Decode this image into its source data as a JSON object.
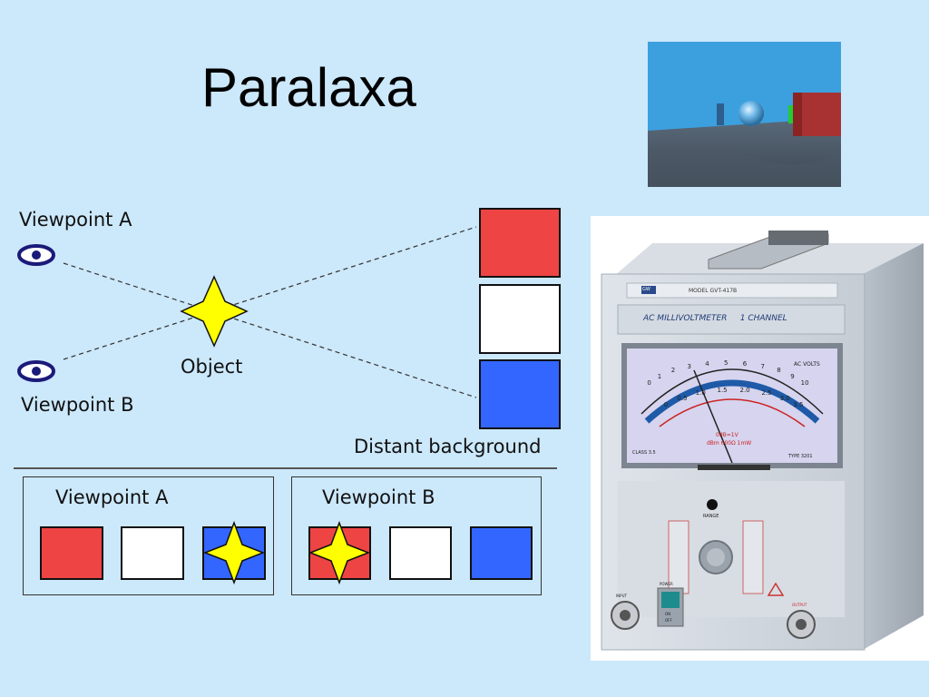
{
  "title": "Paralaxa",
  "diagram": {
    "viewpoint_a": "Viewpoint A",
    "viewpoint_b": "Viewpoint B",
    "object": "Object",
    "background": "Distant background"
  },
  "views": {
    "a_title": "Viewpoint A",
    "b_title": "Viewpoint B"
  },
  "meter": {
    "brand": "GW",
    "model": "MODEL  GVT-417B",
    "panel_title": "AC MILLIVOLTMETER     1 CHANNEL",
    "scale_title": "AC VOLTS",
    "class": "CLASS 3.5",
    "type": "TYPE 3201",
    "db_note": "0dB=1V",
    "dbm_note": "dBm  600Ω 1mW",
    "range": "RANGE",
    "power": "POWER",
    "input": "INPUT",
    "output": "OUTPUT",
    "on": "ON",
    "off": "OFF",
    "scale_top": [
      "0",
      "1",
      "2",
      "3",
      "4",
      "5",
      "6",
      "7",
      "8",
      "9",
      "10"
    ],
    "scale_mid": [
      "0",
      "0.5",
      "1.0",
      "1.5",
      "2.0",
      "2.5",
      "3.0",
      "3.5"
    ]
  },
  "colors": {
    "background": "#cce8fb",
    "red": "#ee4444",
    "white": "#ffffff",
    "blue": "#3366ff",
    "star": "#ffff00",
    "eye": "#1a1a7a"
  }
}
